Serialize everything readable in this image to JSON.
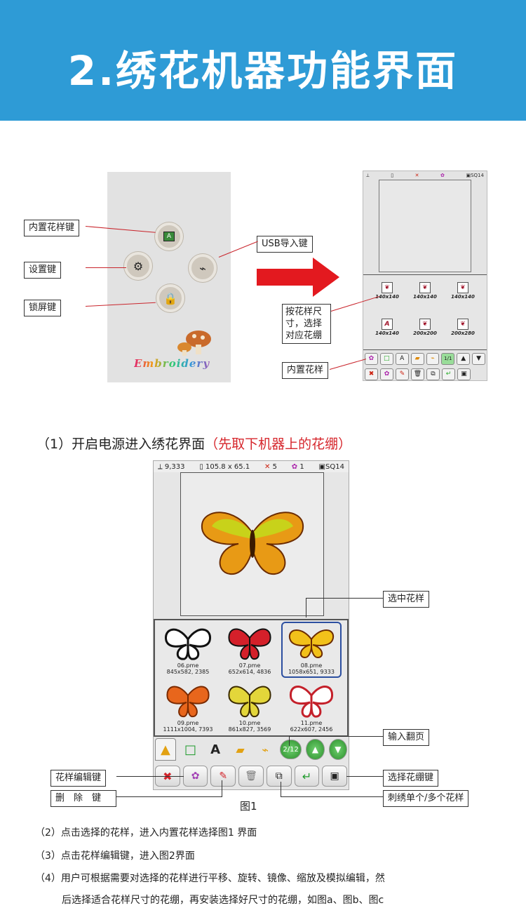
{
  "banner": {
    "title": "2.绣花机器功能界面"
  },
  "phone": {
    "callouts": {
      "builtin_pattern": "内置花样键",
      "settings": "设置键",
      "lock": "锁屏键",
      "usb": "USB导入键"
    },
    "logo": "Embroidery"
  },
  "small_screen": {
    "status": [
      "⟂",
      "▯",
      "✕",
      "✿",
      "▣SQ14"
    ],
    "hoops": [
      "140x140",
      "140x140",
      "140x140",
      "140x140",
      "200x200",
      "200x280"
    ],
    "callouts": {
      "by_size": "按花样尺寸，选择对应花绷",
      "builtin": "内置花样"
    },
    "page": "1/1"
  },
  "section": {
    "title": "（1）开启电源进入绣花界面",
    "note": "（先取下机器上的花绷）"
  },
  "main_screen": {
    "status": {
      "stitches": "9,333",
      "size": "105.8 x 65.1",
      "colors": "5",
      "count": "1",
      "hoop": "SQ14"
    },
    "patterns": [
      {
        "name": "06.pme",
        "info": "845x582, 2385"
      },
      {
        "name": "07.pme",
        "info": "652x614, 4836"
      },
      {
        "name": "08.pme",
        "info": "1058x651, 9333"
      },
      {
        "name": "09.pme",
        "info": "1111x1004, 7393"
      },
      {
        "name": "10.pme",
        "info": "861x827, 3569"
      },
      {
        "name": "11.pme",
        "info": "622x607, 2456"
      }
    ],
    "page": "2/12",
    "callouts": {
      "selected": "选中花样",
      "paging": "输入翻页",
      "edit": "花样编辑键",
      "delete": "删　除　键",
      "hoop_select": "选择花绷键",
      "embroider": "刺绣单个/多个花样"
    }
  },
  "figure_caption": "图1",
  "notes": [
    "（2）点击选择的花样，进入内置花样选择图1 界面",
    "（3）点击花样编辑键，进入图2界面",
    "（4）用户可根据需要对选择的花样进行平移、旋转、镜像、缩放及模拟编辑，然",
    "后选择适合花样尺寸的花绷，再安装选择好尺寸的花绷，如图a、图b、图c"
  ]
}
